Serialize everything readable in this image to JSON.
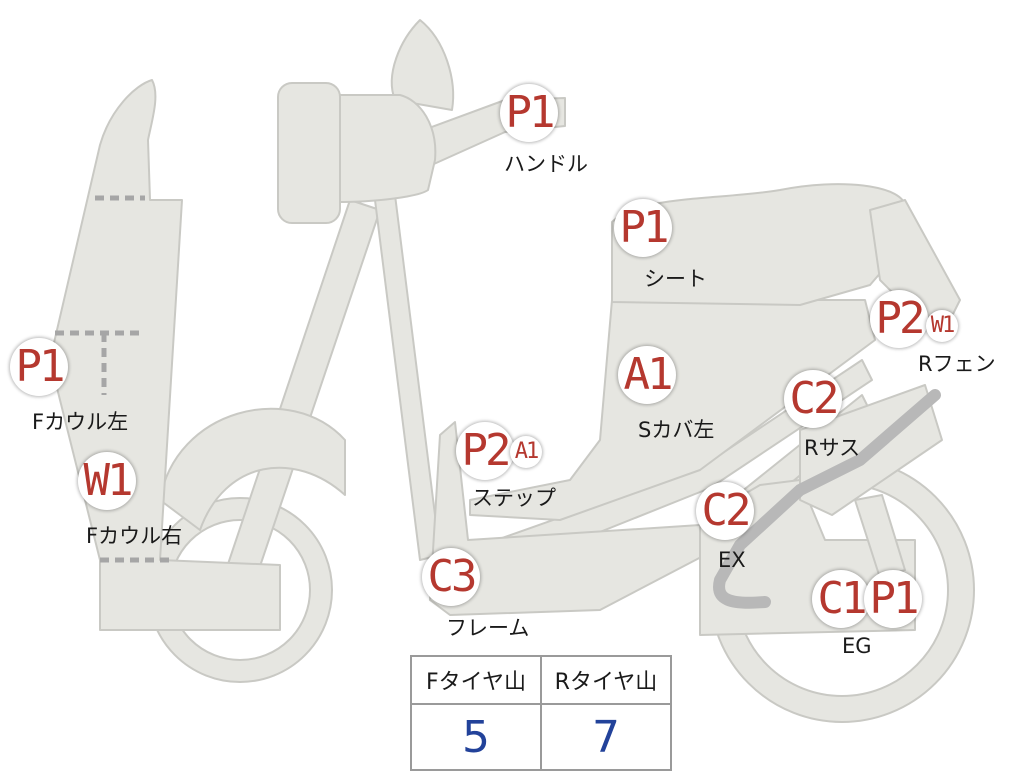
{
  "colors": {
    "part_fill": "#e6e6e1",
    "part_stroke": "#c9c9c4",
    "badge_text": "#b5382f",
    "tread_value": "#22429a",
    "dash": "#a6a6a6",
    "exhaust": "#b8b8b8"
  },
  "callouts": [
    {
      "id": "handle",
      "badges": [
        "P1"
      ],
      "label": "ハンドル"
    },
    {
      "id": "seat",
      "badges": [
        "P1"
      ],
      "label": "シート"
    },
    {
      "id": "f-cowl-left",
      "badges": [
        "P1"
      ],
      "label": "Fカウル左"
    },
    {
      "id": "f-cowl-right",
      "badges": [
        "W1"
      ],
      "label": "Fカウル右"
    },
    {
      "id": "r-fender",
      "badges": [
        "P2",
        "W1"
      ],
      "label": "Rフェン"
    },
    {
      "id": "s-cover-left",
      "badges": [
        "A1"
      ],
      "label": "Sカバ左"
    },
    {
      "id": "r-suspension",
      "badges": [
        "C2"
      ],
      "label": "Rサス"
    },
    {
      "id": "step",
      "badges": [
        "P2",
        "A1"
      ],
      "label": "ステップ"
    },
    {
      "id": "exhaust",
      "badges": [
        "C2"
      ],
      "label": "EX"
    },
    {
      "id": "frame",
      "badges": [
        "C3"
      ],
      "label": "フレーム"
    },
    {
      "id": "engine",
      "badges": [
        "C1",
        "P1"
      ],
      "label": "EG"
    }
  ],
  "tire_tread": {
    "headers": [
      "Fタイヤ山",
      "Rタイヤ山"
    ],
    "values": [
      "5",
      "7"
    ]
  }
}
